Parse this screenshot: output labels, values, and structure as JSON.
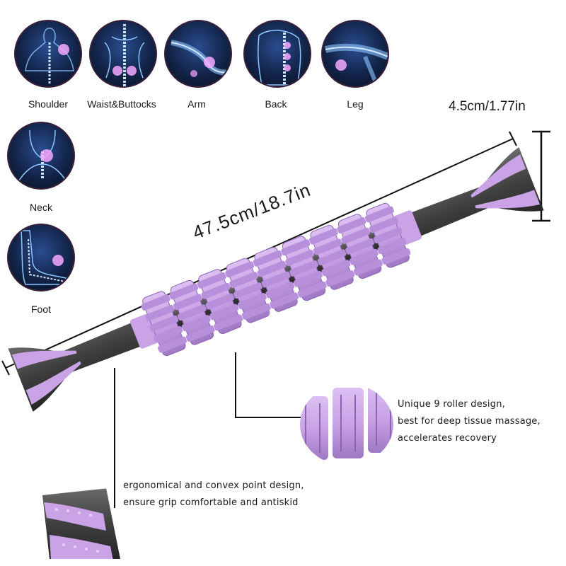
{
  "body_parts": [
    {
      "label": "Shoulder",
      "icon": "shoulder-anatomy-icon"
    },
    {
      "label": "Waist&Buttocks",
      "icon": "waist-buttocks-anatomy-icon"
    },
    {
      "label": "Arm",
      "icon": "arm-anatomy-icon"
    },
    {
      "label": "Back",
      "icon": "back-anatomy-icon"
    },
    {
      "label": "Leg",
      "icon": "leg-anatomy-icon"
    },
    {
      "label": "Neck",
      "icon": "neck-anatomy-icon"
    },
    {
      "label": "Foot",
      "icon": "foot-anatomy-icon"
    }
  ],
  "dimensions": {
    "diameter": "4.5cm/1.77in",
    "length": "47.5cm/18.7in"
  },
  "features": {
    "roller": [
      "Unique 9 roller design,",
      "best for deep tissue massage,",
      "accelerates recovery"
    ],
    "handle": [
      "ergonomical and convex point design,",
      "ensure grip comfortable and antiskid"
    ]
  },
  "colors": {
    "roller_purple": "#c9a3e6",
    "roller_shadow": "#9f78c4",
    "handle_gray": "#4a4a4a",
    "glow_pink": "#f6a8ff",
    "anatomy_blue": "#1f3d80"
  }
}
